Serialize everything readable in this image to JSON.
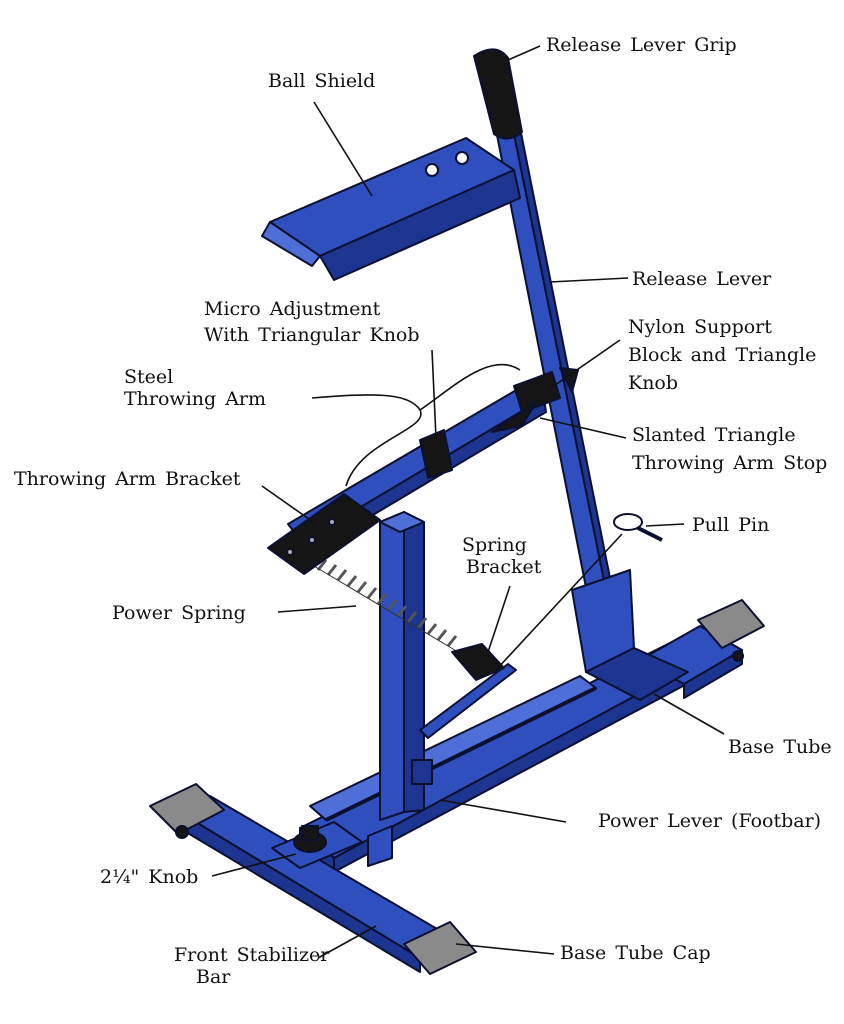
{
  "colors": {
    "frame": "#2f4fbf",
    "frame_dark": "#1d3491",
    "frame_light": "#4f6fd8",
    "outline": "#0b1030",
    "black_part": "#151515",
    "cap": "#8a8a8a"
  },
  "labels": {
    "release_lever_grip": "Release Lever Grip",
    "ball_shield": "Ball Shield",
    "release_lever": "Release Lever",
    "micro_adjustment_1": "Micro Adjustment",
    "micro_adjustment_2": "With Triangular Knob",
    "nylon_support_1": "Nylon Support",
    "nylon_support_2": "Block and Triangle",
    "nylon_support_3": "Knob",
    "steel_throwing_arm_1": "Steel",
    "steel_throwing_arm_2": "Throwing Arm",
    "slanted_triangle_1": "Slanted Triangle",
    "slanted_triangle_2": "Throwing Arm Stop",
    "throwing_arm_bracket": "Throwing Arm Bracket",
    "pull_pin": "Pull Pin",
    "spring_bracket_1": "Spring",
    "spring_bracket_2": "Bracket",
    "power_spring": "Power Spring",
    "base_tube": "Base Tube",
    "power_lever": "Power Lever (Footbar)",
    "knob": "2¼\" Knob",
    "front_stabilizer_1": "Front Stabilizer",
    "front_stabilizer_2": "Bar",
    "base_tube_cap": "Base Tube Cap"
  }
}
